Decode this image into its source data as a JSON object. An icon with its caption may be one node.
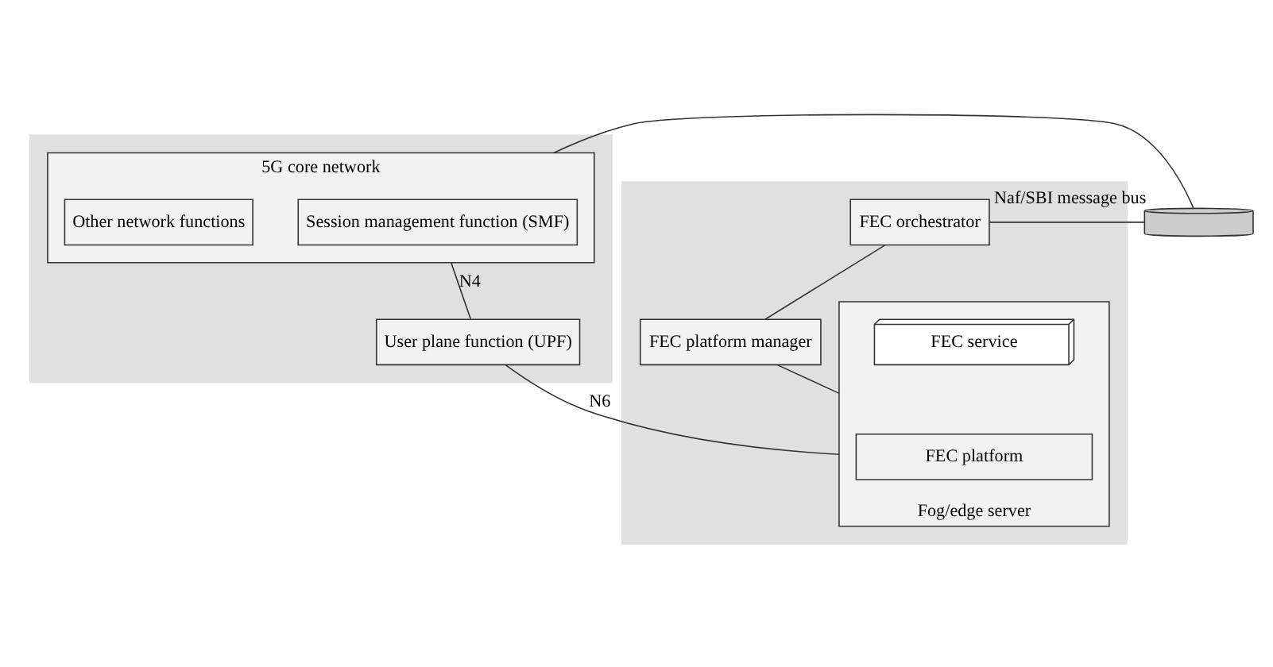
{
  "diagram": {
    "nodes": [
      {
        "text": [],
        "shape": "box"
      },
      {
        "text": [
          "5G core network"
        ],
        "in": 0
      },
      {
        "text": [
          "Session management function (SMF)"
        ],
        "in": 1
      },
      {
        "text": [
          "Other network functions"
        ],
        "in": 1
      },
      {
        "text": [
          "User plane function (UPF)"
        ],
        "in": 0
      },
      {
        "text": [],
        "shape": "cylinder",
        "beside": [
          "Naf/SBI message bus"
        ]
      },
      {
        "text": [],
        "shape": "box"
      },
      {
        "text": [
          "FEC orchestrator"
        ],
        "in": 6
      },
      {
        "text": [
          "FEC platform manager"
        ],
        "in": 6
      },
      {
        "text": [
          "Fog/edge server"
        ],
        "in": 6
      },
      {
        "text": [
          "FEC service"
        ],
        "in": 9
      },
      {
        "text": [
          "FEC platform"
        ],
        "in": 9
      }
    ],
    "edges": [
      {
        "from": 1,
        "to": 5,
        "arrow": "none"
      },
      {
        "from": 5,
        "to": 7,
        "arrow": "none"
      },
      {
        "from": 7,
        "to": 8,
        "arrow": "none"
      },
      {
        "from": 8,
        "to": 9,
        "arrow": "none"
      },
      {
        "from": 1,
        "to": 4,
        "label": "N4",
        "arrow": "none"
      },
      {
        "from": 4,
        "to": 9,
        "label": "N6",
        "arrow": "none"
      }
    ]
  }
}
